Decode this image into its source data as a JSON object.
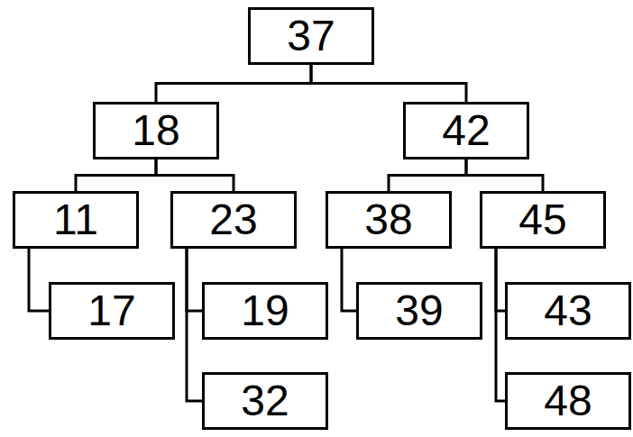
{
  "diagram": {
    "nodes": [
      {
        "text": [
          "37"
        ]
      },
      {
        "text": [
          "18"
        ]
      },
      {
        "text": [
          "42"
        ]
      },
      {
        "text": [
          "11"
        ]
      },
      {
        "text": [
          "23"
        ]
      },
      {
        "text": [
          "38"
        ]
      },
      {
        "text": [
          "45"
        ]
      },
      {
        "text": [
          "17"
        ]
      },
      {
        "text": [
          "19"
        ]
      },
      {
        "text": [
          "39"
        ]
      },
      {
        "text": [
          "43"
        ]
      },
      {
        "text": [
          "32"
        ]
      },
      {
        "text": [
          "48"
        ]
      }
    ],
    "edges": [
      {
        "from": 0,
        "to": 1,
        "arrow": "none"
      },
      {
        "from": 0,
        "to": 2,
        "arrow": "none"
      },
      {
        "from": 1,
        "to": 3,
        "arrow": "none"
      },
      {
        "from": 1,
        "to": 4,
        "arrow": "none"
      },
      {
        "from": 2,
        "to": 5,
        "arrow": "none"
      },
      {
        "from": 2,
        "to": 6,
        "arrow": "none"
      },
      {
        "from": 3,
        "to": 7,
        "arrow": "none"
      },
      {
        "from": 4,
        "to": 8,
        "arrow": "none"
      },
      {
        "from": 4,
        "to": 11,
        "arrow": "none"
      },
      {
        "from": 5,
        "to": 9,
        "arrow": "none"
      },
      {
        "from": 6,
        "to": 10,
        "arrow": "none"
      },
      {
        "from": 6,
        "to": 12,
        "arrow": "none"
      }
    ]
  }
}
